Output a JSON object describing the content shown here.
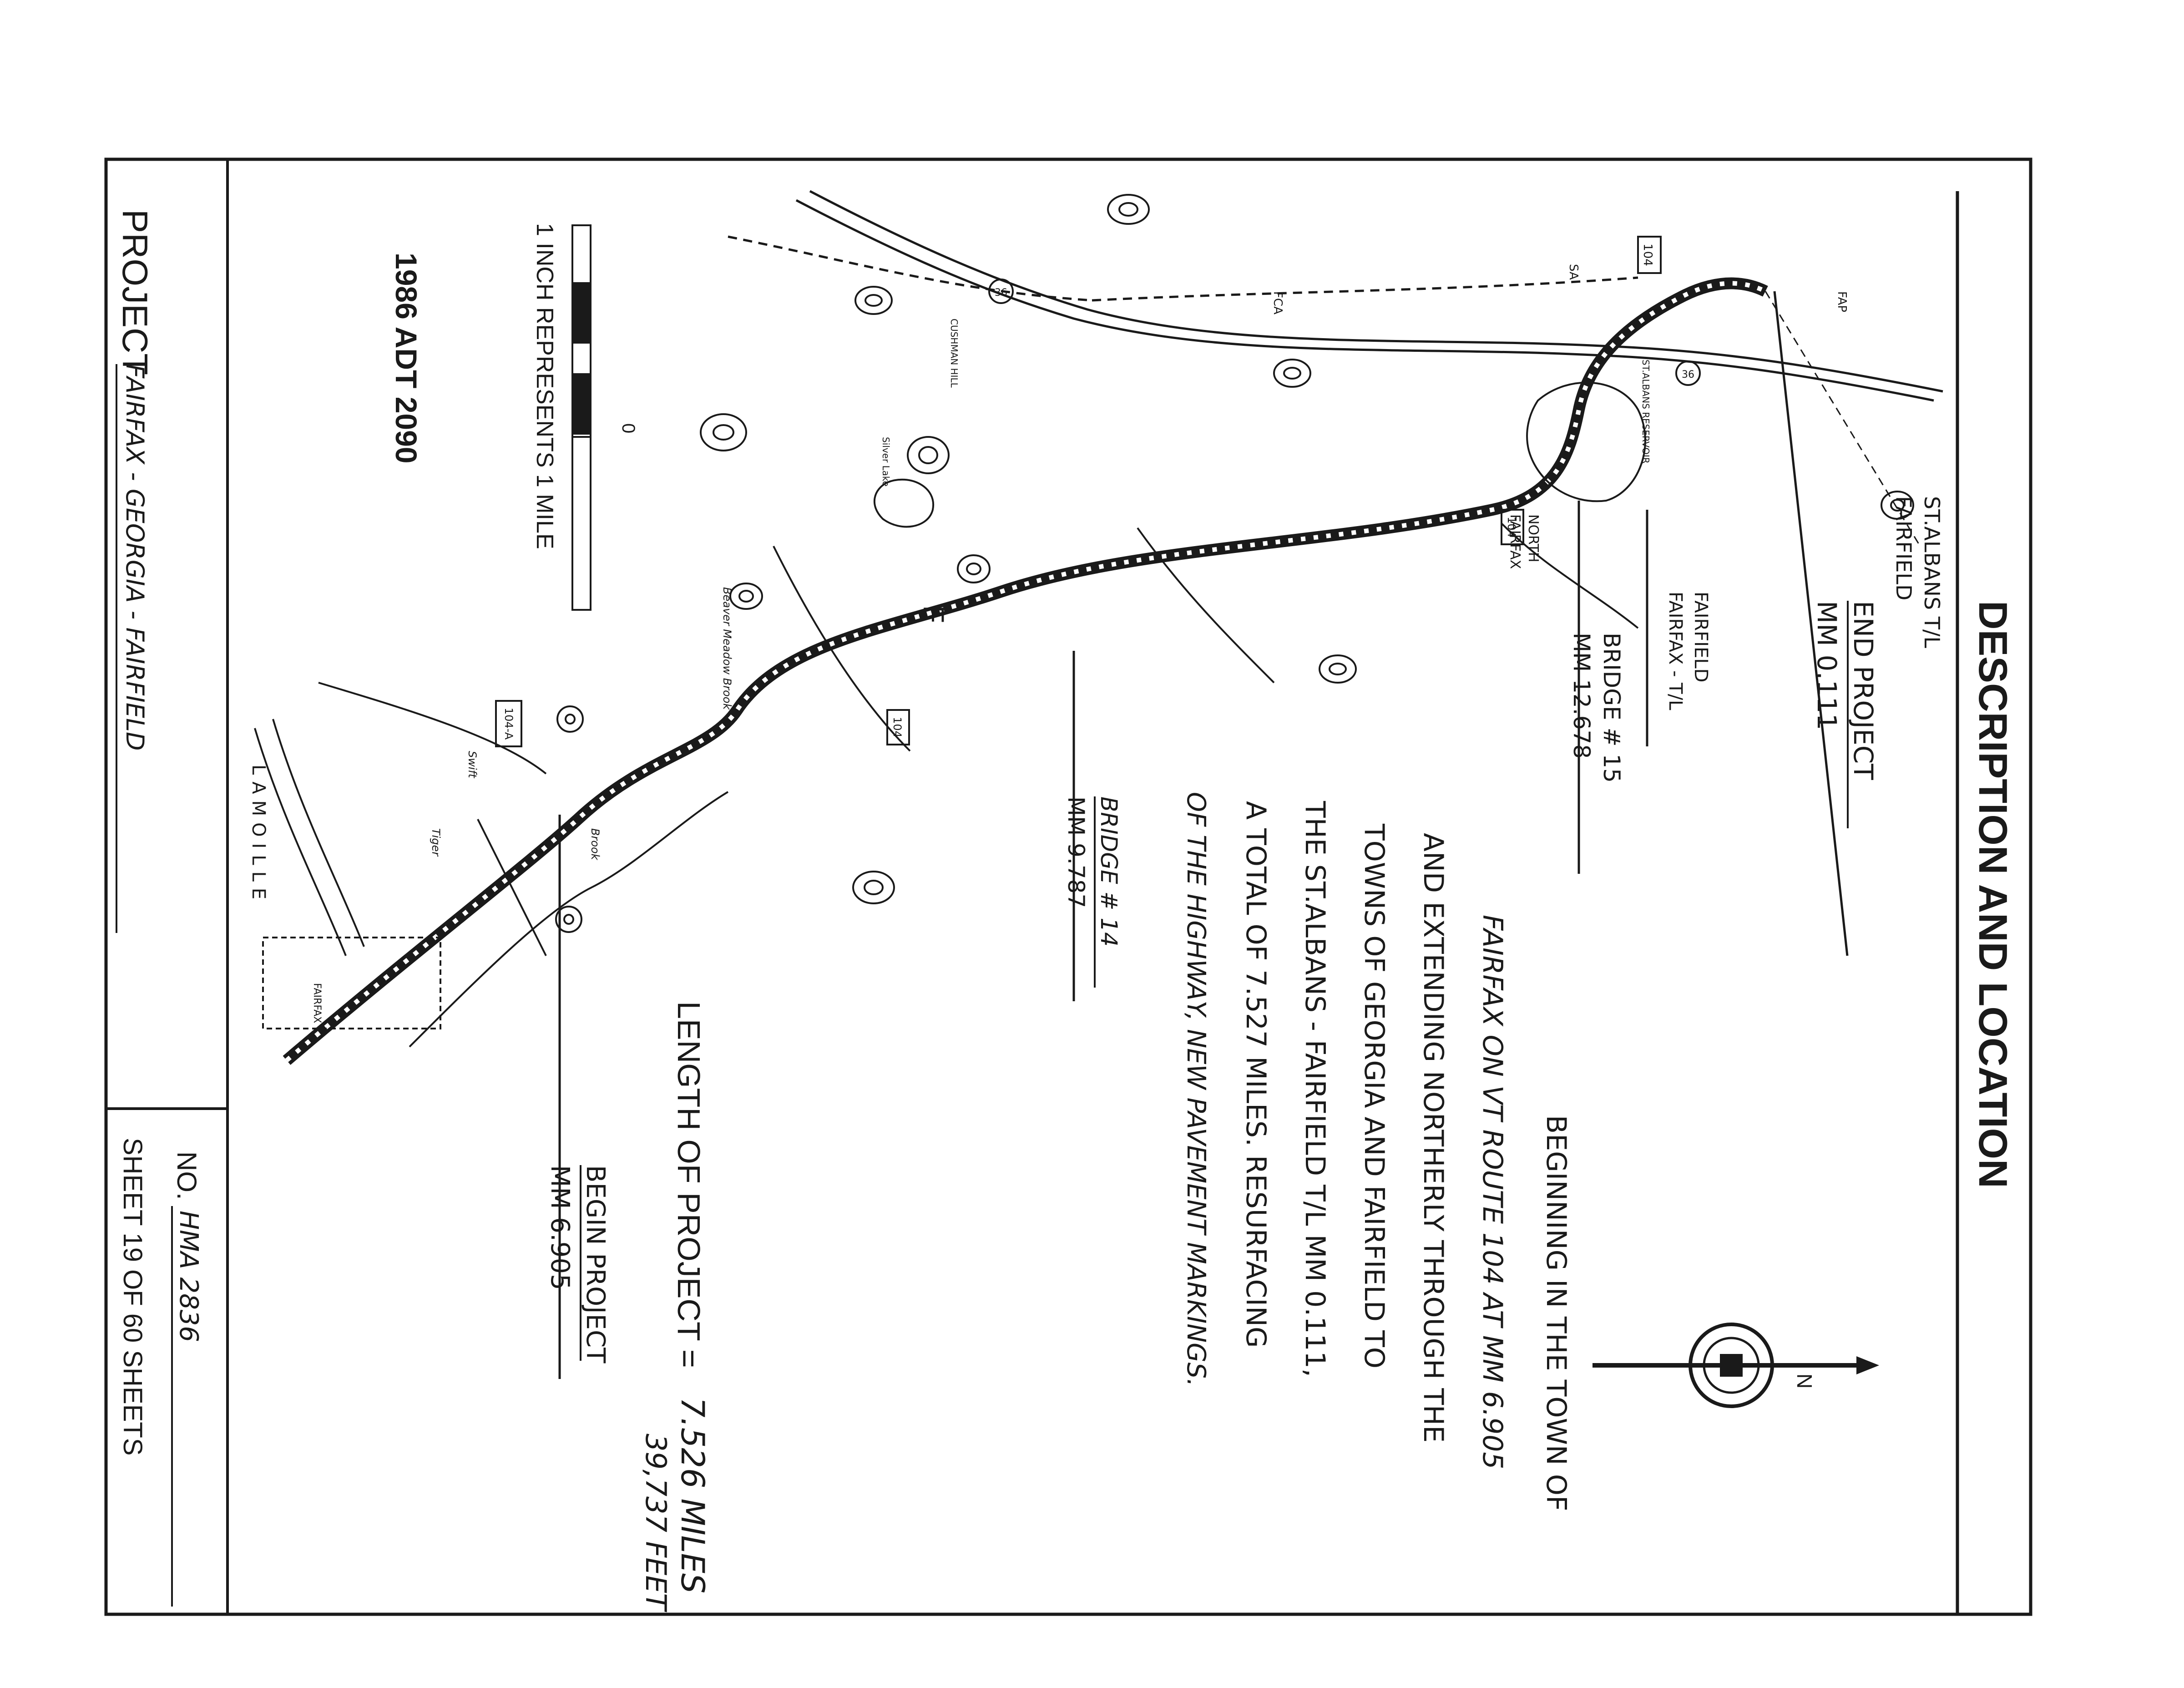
{
  "sheet_title": "DESCRIPTION AND LOCATION",
  "project": {
    "prefix": "PROJECT",
    "name": "FAIRFAX - GEORGIA - FAIRFIELD",
    "number_prefix": "NO.",
    "number": "HMA 2836",
    "sheet": "SHEET 19 OF 60 SHEETS"
  },
  "adt": "1986 ADT 2090",
  "scale": {
    "caption": "1 INCH REPRESENTS 1 MILE",
    "zero_label": "0"
  },
  "description": {
    "lines": [
      "BEGINNING IN THE TOWN OF",
      "FAIRFAX ON VT ROUTE 104 AT MM 6.905",
      "AND EXTENDING NORTHERLY THROUGH THE",
      "TOWNS OF GEORGIA AND FAIRFIELD TO",
      "THE ST.ALBANS - FAIRFIELD T/L MM 0.111,",
      "A TOTAL OF 7.527 MILES. RESURFACING",
      "OF THE HIGHWAY, NEW PAVEMENT MARKINGS."
    ]
  },
  "length": {
    "label": "LENGTH OF PROJECT =",
    "miles": "7.526 MILES",
    "feet": "39,737 FEET"
  },
  "callouts": {
    "end_title": "END PROJECT",
    "end_mm": "MM 0.111",
    "tl_stalbans": "ST.ALBANS T/L",
    "tl_fairfield": "FAIRFIELD",
    "tl2_line1": "FAIRFIELD",
    "tl2_line2": "FAIRFAX - T/L",
    "bridge15_title": "BRIDGE # 15",
    "bridge15_mm": "MM 12.678",
    "bridge14_title": "BRIDGE # 14",
    "bridge14_mm": "MM 9.787",
    "begin_title": "BEGIN PROJECT",
    "begin_mm": "MM 6.905"
  },
  "map_labels": {
    "route_104": "104",
    "route_104a": "104-A",
    "route_36": "36",
    "north_fairfax": "NORTH",
    "north_fairfax_2": "FAIRFAX",
    "beaver_brook": "Beaver Meadow Brook",
    "big_f": "F",
    "lamoille": "LAMOILLE",
    "cushman_hill": "CUSHMAN HILL",
    "silver_lake": "Silver Lake",
    "reservoir": "ST.ALBANS RESERVOIR",
    "fairfax_inset": "FAIRFAX",
    "sa": "SA",
    "fca": "FCA",
    "fap": "FAP",
    "brook": "Brook",
    "tiger": "Tiger",
    "swift": "Swift"
  },
  "compass": {
    "north": "N"
  }
}
